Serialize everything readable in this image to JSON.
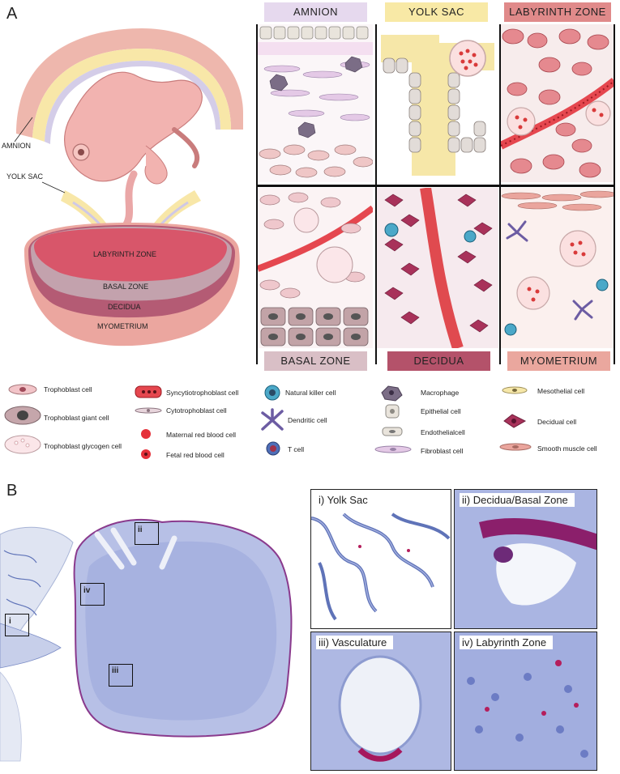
{
  "panel_a": {
    "letter": "A",
    "embryo_labels": {
      "amnion": "AMNION",
      "yolk_sac": "YOLK SAC",
      "labyrinth": "LABYRINTH ZONE",
      "basal": "BASAL ZONE",
      "decidua": "DECIDUA",
      "myometrium": "MYOMETRIUM"
    },
    "tile_headers": {
      "amnion": "AMNION",
      "yolk_sac": "YOLK SAC",
      "labyrinth": "LABYRINTH ZONE",
      "basal": "BASAL ZONE",
      "decidua": "DECIDUA",
      "myometrium": "MYOMETRIUM"
    },
    "header_colors": {
      "amnion": "#e6d9ee",
      "yolk_sac": "#f8e9a6",
      "labyrinth": "#e08a8a",
      "basal": "#d9bfc6",
      "decidua": "#b4526a",
      "myometrium": "#eaa79e"
    },
    "legend": [
      {
        "label": "Trophoblast cell",
        "icon": "trophoblast-icon"
      },
      {
        "label": "Trophoblast giant cell",
        "icon": "giant-cell-icon"
      },
      {
        "label": "Trophoblast glycogen cell",
        "icon": "glycogen-cell-icon"
      },
      {
        "label": "Syncytiotrophoblast cell",
        "icon": "syncytio-icon"
      },
      {
        "label": "Cytotrophoblast cell",
        "icon": "cyto-icon"
      },
      {
        "label": "Maternal red blood cell",
        "icon": "maternal-rbc-icon"
      },
      {
        "label": "Fetal red blood cell",
        "icon": "fetal-rbc-icon"
      },
      {
        "label": "Natural killer cell",
        "icon": "nk-cell-icon"
      },
      {
        "label": "Dendritic cell",
        "icon": "dendritic-icon"
      },
      {
        "label": "T cell",
        "icon": "t-cell-icon"
      },
      {
        "label": "Macrophage",
        "icon": "macrophage-icon"
      },
      {
        "label": "Epithelial cell",
        "icon": "epithelial-icon"
      },
      {
        "label": "Endothelialcell",
        "icon": "endothelial-icon"
      },
      {
        "label": "Fibroblast cell",
        "icon": "fibroblast-icon"
      },
      {
        "label": "Mesothelial cell",
        "icon": "mesothelial-icon"
      },
      {
        "label": "Decidual cell",
        "icon": "decidual-icon"
      },
      {
        "label": "Smooth muscle cell",
        "icon": "smooth-muscle-icon"
      }
    ]
  },
  "panel_b": {
    "letter": "B",
    "region_tags": {
      "i": "i",
      "ii": "ii",
      "iii": "iii",
      "iv": "iv"
    },
    "micro_labels": {
      "yolk_sac": "i) Yolk Sac",
      "decidua_basal": "ii) Decidua/Basal Zone",
      "vasculature": "iii) Vasculature",
      "labyrinth": "iv) Labyrinth Zone"
    }
  }
}
